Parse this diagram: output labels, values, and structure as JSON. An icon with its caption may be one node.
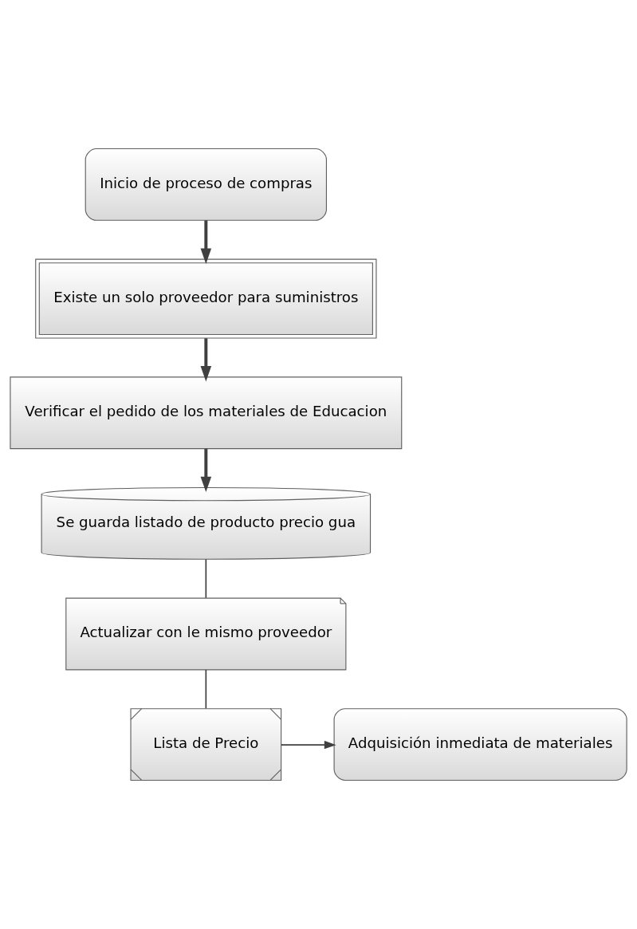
{
  "diagram": {
    "nodes": [
      {
        "text": [
          "Inicio de proceso de compras"
        ]
      },
      {
        "text": [
          "Existe un solo proveedor para suministros"
        ]
      },
      {
        "text": [
          "Verificar el pedido de los materiales de Educacion"
        ]
      },
      {
        "text": [
          "Se guarda listado de producto precio gua"
        ]
      },
      {
        "text": [
          "Actualizar con le mismo proveedor"
        ]
      },
      {
        "text": [
          "Lista de Precio"
        ]
      },
      {
        "text": [
          "Adquisición inmediata de materiales"
        ]
      }
    ],
    "edges": [
      {
        "from": 0,
        "to": 1,
        "arrow": "to",
        "style": "thick"
      },
      {
        "from": 1,
        "to": 2,
        "arrow": "to",
        "style": "thick"
      },
      {
        "from": 2,
        "to": 3,
        "arrow": "to",
        "style": "thick"
      },
      {
        "from": 3,
        "to": 4,
        "arrow": "none"
      },
      {
        "from": 4,
        "to": 5,
        "arrow": "none"
      },
      {
        "from": 5,
        "to": 6,
        "arrow": "to"
      }
    ]
  }
}
